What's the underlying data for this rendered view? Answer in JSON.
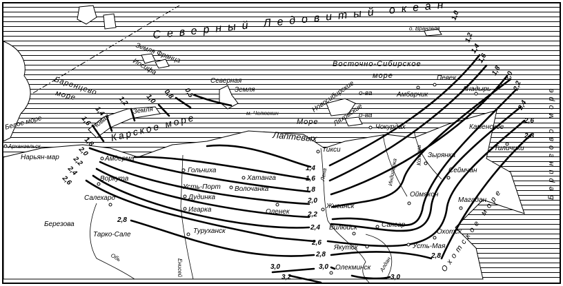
{
  "map": {
    "ocean": "Северный Ледовитый океан",
    "seas": {
      "barents": "Баренцево",
      "barents2": "море",
      "kara": "Карское море",
      "laptev1": "Море",
      "laptev2": "Лаптевых",
      "east_siberian1": "Восточно-Сибирское",
      "east_siberian2": "море",
      "bering": "Берингово море",
      "okhotsk": "Охотское море",
      "white": "Белое море"
    },
    "islands": {
      "fjl1": "Земля Франца",
      "fjl2": "Иосифа",
      "severnaya1": "Северная",
      "severnaya2": "Земля",
      "novaya1": "Новая",
      "novaya2": "Земля",
      "novosib1": "Новосибирские",
      "novosib2": "о-ва",
      "lyakhov1": "Ляховские",
      "lyakhov2": "о-ва",
      "wrangel": "о. Врангеля",
      "chelyuskin": "м. Челюскин"
    },
    "places": [
      "Архангельск",
      "Нарьян-мар",
      "Амдерма",
      "Воркута",
      "Салехард",
      "Березова",
      "Тарко-Сале",
      "Гольчиха",
      "Усть-Порт",
      "Хатанга",
      "Волочанка",
      "Дудинка",
      "Игарка",
      "Туруханск",
      "Оленек",
      "Тикси",
      "Жиганск",
      "Вилюйск",
      "Сангар",
      "Якутск",
      "Олекминск",
      "Усть-Мая",
      "Охотск",
      "Магадан",
      "Оймякон",
      "Зырянка",
      "Сеймчан",
      "Каменское",
      "Тиличики",
      "Чокурдах",
      "Амбарчик",
      "Певек",
      "Анадырь"
    ],
    "rivers": [
      "Обь",
      "Енисей",
      "Лена",
      "Индигирка",
      "Колыма",
      "Алдан"
    ],
    "isolines": {
      "west": [
        "0,5",
        "0,8",
        "1,0",
        "1,2",
        "1,4",
        "1,6",
        "1,8",
        "2,0",
        "2,2",
        "2,4",
        "2,6",
        "2,8"
      ],
      "center": [
        "1,4",
        "1,6",
        "1,8",
        "2,0",
        "2,2",
        "2,4",
        "2,6",
        "2,8",
        "3,0",
        "3,2",
        "3,0",
        "2,8",
        "3,0"
      ],
      "east": [
        "1,0",
        "1,2",
        "1,4",
        "1,6",
        "1,8",
        "2,0",
        "2,2",
        "2,4",
        "2,6",
        "2,8"
      ]
    }
  }
}
